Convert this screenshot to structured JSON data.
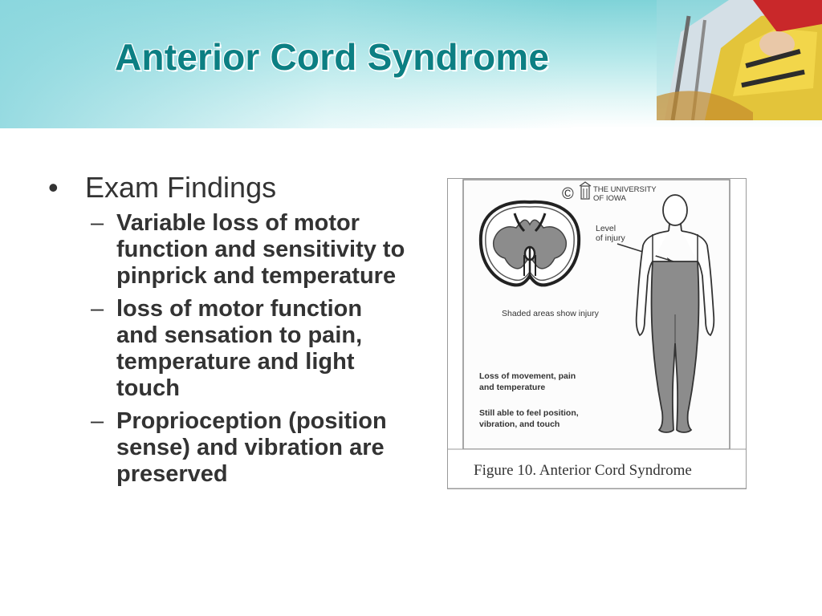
{
  "title": "Anterior Cord Syndrome",
  "bullets": [
    {
      "label": "Exam Findings",
      "items": [
        "Variable loss of motor function and sensitivity to pinprick and temperature",
        "loss of motor function and sensation to pain, temperature and light touch",
        "Proprioception (position sense) and vibration are preserved"
      ]
    }
  ],
  "figure": {
    "copyright_mark": "©",
    "institution_line1": "THE UNIVERSITY",
    "institution_line2": "OF IOWA",
    "level_label_line1": "Level",
    "level_label_line2": "of injury",
    "shaded_note": "Shaded areas show injury",
    "loss_line1": "Loss of movement, pain",
    "loss_line2": "and temperature",
    "still_line1": "Still able to feel position,",
    "still_line2": "vibration, and touch",
    "caption": "Figure 10.  Anterior Cord Syndrome"
  }
}
